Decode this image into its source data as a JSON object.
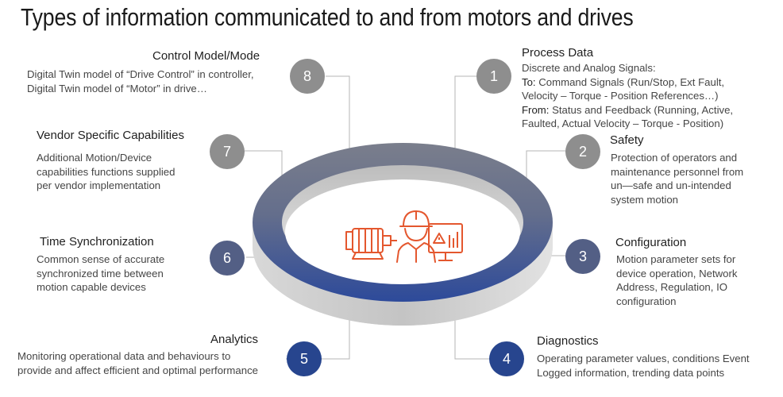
{
  "title": "Types of information communicated to and from motors and drives",
  "items": [
    {
      "number": "1",
      "heading": "Process Data",
      "lines": [
        "Discrete and Analog Signals:",
        {
          "prefix": "To:",
          "text": " Command Signals (Run/Stop, Ext Fault,"
        },
        "Velocity – Torque - Position References…)",
        {
          "prefix": "From:",
          "text": " Status and Feedback (Running, Active,"
        },
        "Faulted,  Actual Velocity – Torque - Position)"
      ]
    },
    {
      "number": "2",
      "heading": "Safety",
      "lines": [
        "Protection of operators and",
        "maintenance personnel from",
        "un—safe and un-intended",
        "system motion"
      ]
    },
    {
      "number": "3",
      "heading": "Configuration",
      "lines": [
        "Motion parameter sets for",
        "device operation, Network",
        "Address, Regulation, IO",
        "configuration"
      ]
    },
    {
      "number": "4",
      "heading": "Diagnostics",
      "lines": [
        "Operating parameter values, conditions Event",
        "Logged information, trending data points"
      ]
    },
    {
      "number": "5",
      "heading": "Analytics",
      "lines": [
        "Monitoring operational  data and behaviours to",
        "provide and affect efficient and optimal performance"
      ]
    },
    {
      "number": "6",
      "heading": "Time Synchronization",
      "lines": [
        "Common sense of accurate",
        "synchronized time between",
        "motion capable devices"
      ]
    },
    {
      "number": "7",
      "heading": "Vendor Specific Capabilities",
      "lines": [
        "Additional Motion/Device",
        "capabilities functions supplied",
        "per vendor implementation"
      ]
    },
    {
      "number": "8",
      "heading": "Control Model/Mode",
      "lines": [
        "Digital Twin model of “Drive Control” in controller,",
        "Digital Twin model of “Motor” in drive…"
      ]
    }
  ],
  "colors": {
    "ring_top": "#7d8290",
    "ring_bottom": "#2d4a9a",
    "accent": "#e4572e",
    "connector": "#b5b5b5"
  },
  "icons": {
    "motor": "motor-icon",
    "worker": "worker-hardhat-icon",
    "monitor": "warning-monitor-icon"
  }
}
